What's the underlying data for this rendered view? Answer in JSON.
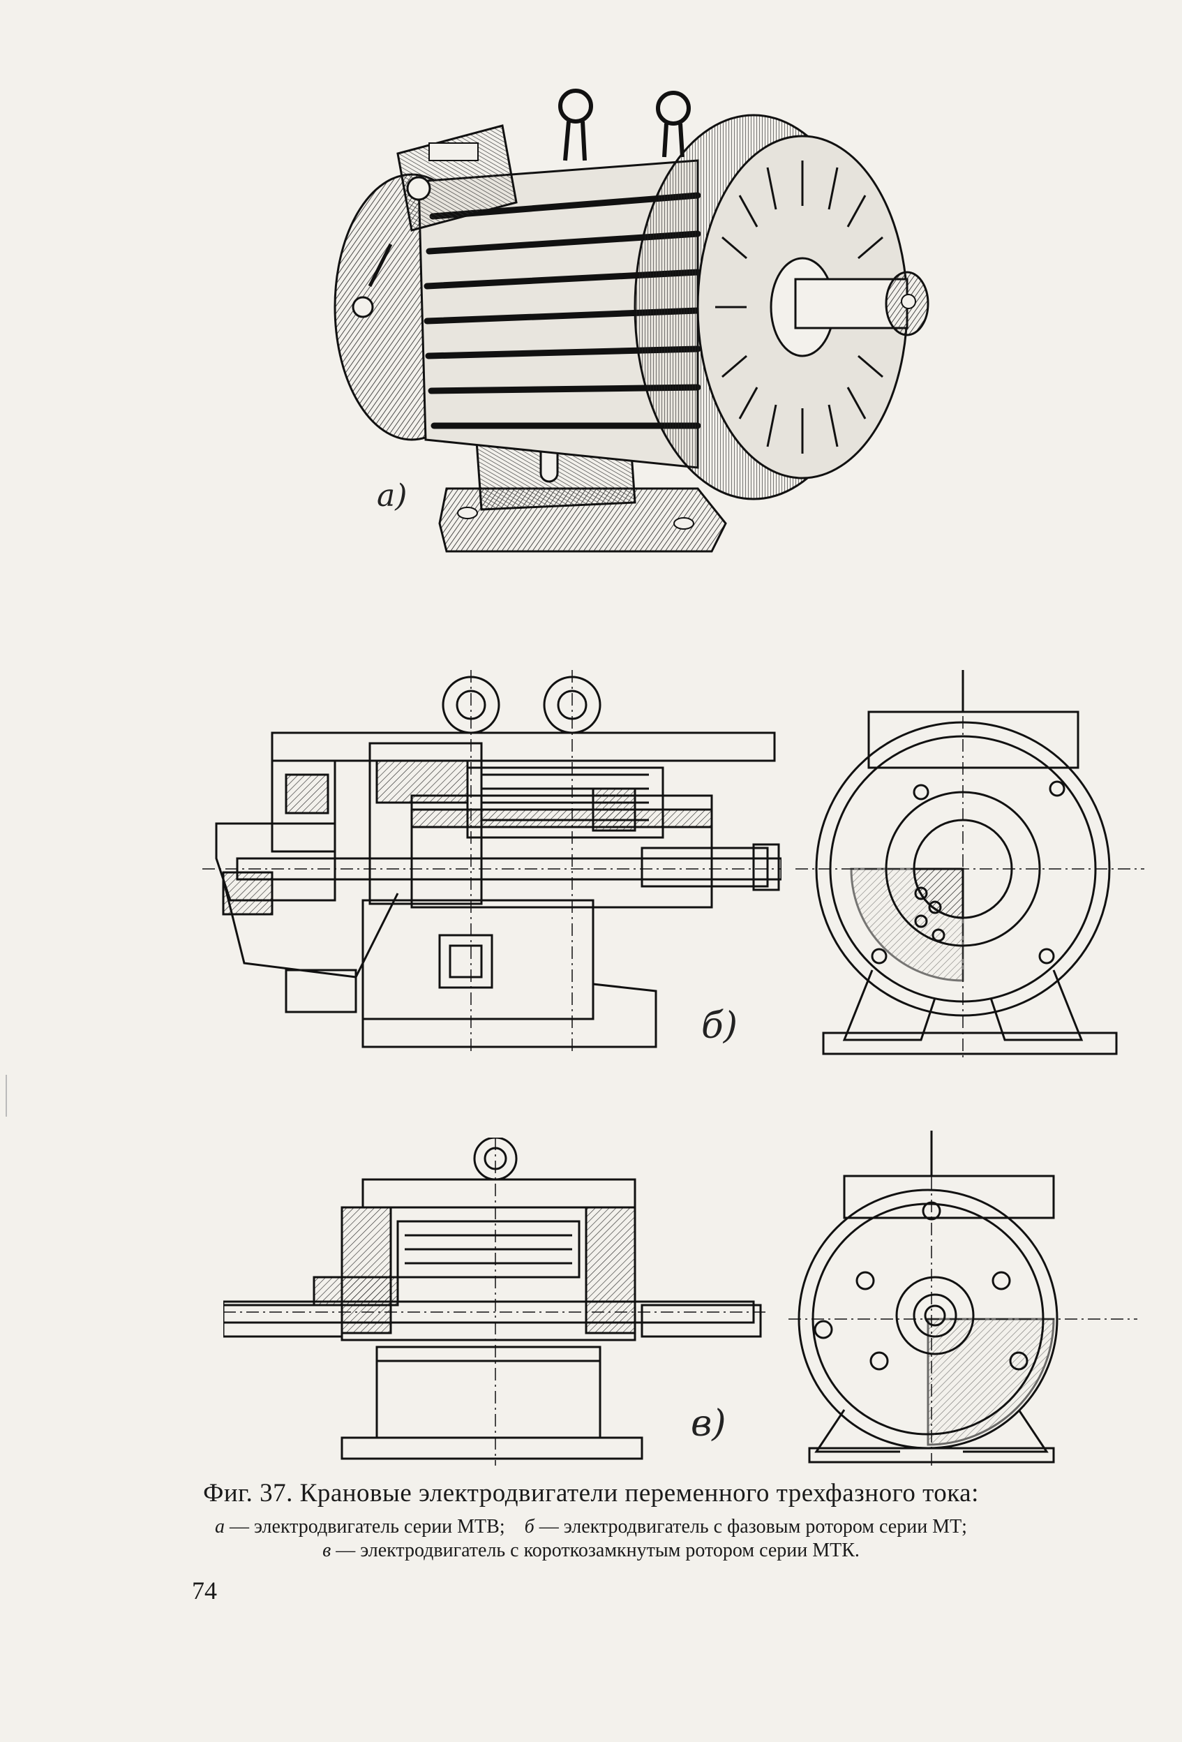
{
  "figures": [
    {
      "id": "a",
      "label": "а)"
    },
    {
      "id": "b",
      "label": "б)"
    },
    {
      "id": "v",
      "label": "в)"
    }
  ],
  "caption": {
    "title": "Фиг. 37. Крановые электродвигатели переменного трехфазного тока:",
    "line1": {
      "a_mark": "а",
      "a_text": "— электродвигатель серии МТВ;",
      "b_mark": "б",
      "b_text": "— электродвигатель с фазовым ротором серии МТ;"
    },
    "line2": {
      "v_mark": "в",
      "v_text": "— электродвигатель с короткозамкнутым ротором серии МТК."
    }
  },
  "page_number": "74"
}
